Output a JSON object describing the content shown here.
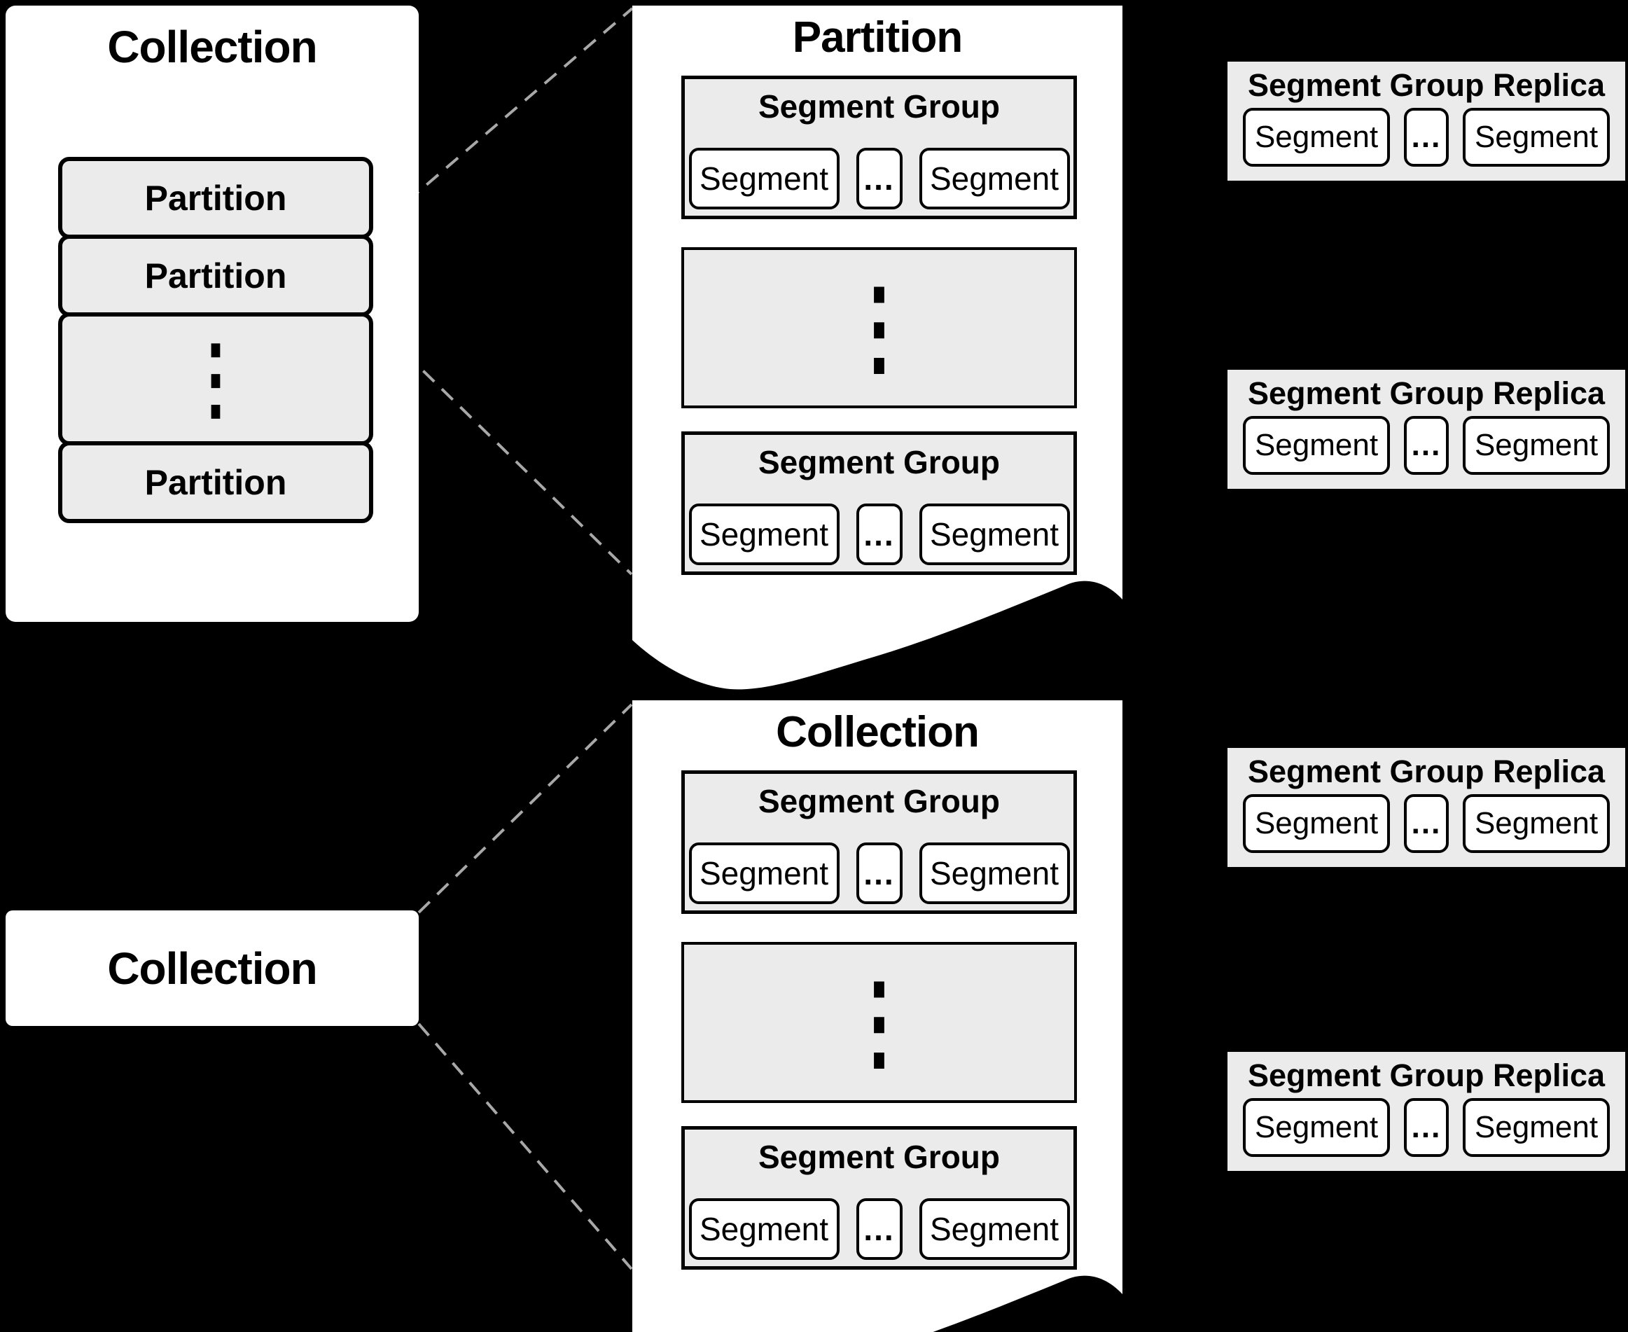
{
  "colors": {
    "background": "#000000",
    "surface": "#ffffff",
    "box_fill": "#ebebeb",
    "border": "#000000",
    "connector": "#a8a8a8"
  },
  "left_panel": {
    "title": "Collection",
    "partitions": [
      "Partition",
      "Partition",
      "Partition"
    ],
    "vertical_ellipsis": "⋮"
  },
  "bottom_left_box": {
    "label": "Collection"
  },
  "documents": [
    {
      "title": "Partition",
      "vertical_ellipsis": "⋮",
      "segment_groups": [
        {
          "title": "Segment Group",
          "segments": [
            "Segment",
            "Segment"
          ],
          "ellipsis": "..."
        },
        {
          "title": "Segment Group",
          "segments": [
            "Segment",
            "Segment"
          ],
          "ellipsis": "..."
        }
      ]
    },
    {
      "title": "Collection",
      "vertical_ellipsis": "⋮",
      "segment_groups": [
        {
          "title": "Segment Group",
          "segments": [
            "Segment",
            "Segment"
          ],
          "ellipsis": "..."
        },
        {
          "title": "Segment Group",
          "segments": [
            "Segment",
            "Segment"
          ],
          "ellipsis": "..."
        }
      ]
    }
  ],
  "replicas": [
    {
      "title": "Segment Group Replica",
      "segments": [
        "Segment",
        "Segment"
      ],
      "ellipsis": "..."
    },
    {
      "title": "Segment Group Replica",
      "segments": [
        "Segment",
        "Segment"
      ],
      "ellipsis": "..."
    },
    {
      "title": "Segment Group Replica",
      "segments": [
        "Segment",
        "Segment"
      ],
      "ellipsis": "..."
    },
    {
      "title": "Segment Group Replica",
      "segments": [
        "Segment",
        "Segment"
      ],
      "ellipsis": "..."
    }
  ]
}
